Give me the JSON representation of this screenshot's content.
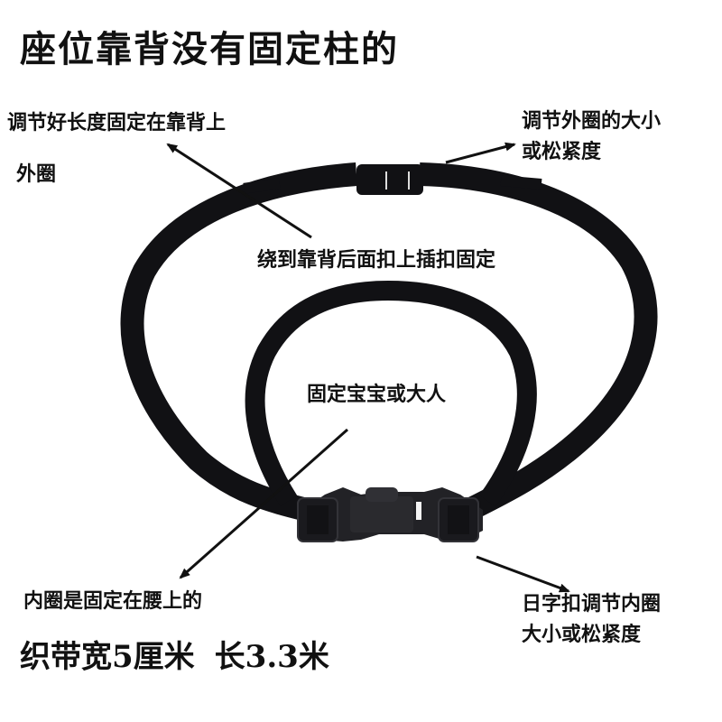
{
  "title": "座位靠背没有固定柱的",
  "annotations": {
    "top_left": "调节好长度固定在靠背上",
    "outer_loop": "外圈",
    "top_right_line1": "调节外圈的大小",
    "top_right_line2": "或松紧度",
    "wrap_behind": "绕到靠背后面扣上插扣固定",
    "secure": "固定宝宝或大人",
    "inner_loop": "内圈是固定在腰上的",
    "slider_line1": "日字扣调节内圈",
    "slider_line2": "大小或松紧度"
  },
  "specs": {
    "width": "织带宽5厘米",
    "length": "长3.3米"
  },
  "colors": {
    "strap": "#111114",
    "buckle": "#222226",
    "background": "#ffffff",
    "text": "#111111"
  },
  "icons": {
    "arrow": "arrow-icon",
    "buckle": "buckle-icon",
    "slider": "slider-icon"
  }
}
